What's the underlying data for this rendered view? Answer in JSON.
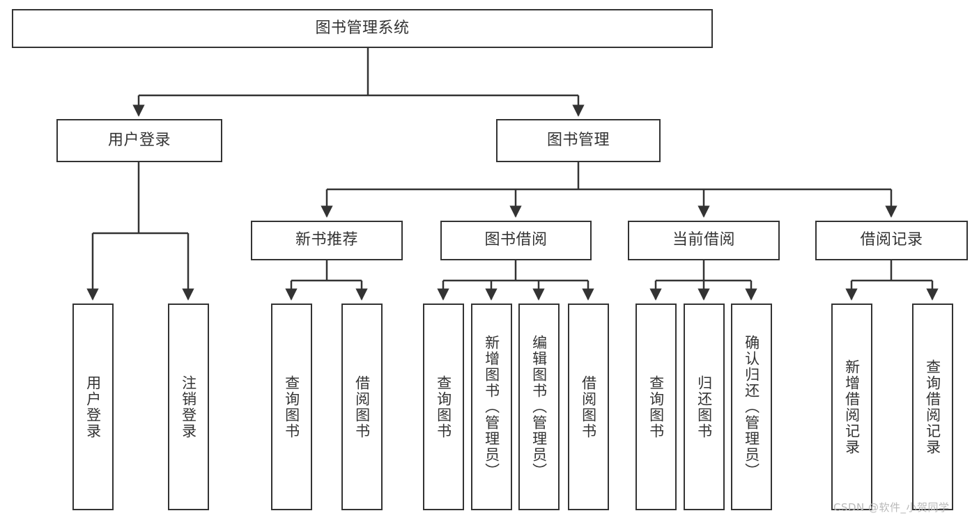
{
  "diagram": {
    "title": "图书管理系统",
    "type": "hierarchy-tree",
    "background_color": "#ffffff",
    "border_color": "#333333",
    "text_color": "#333333",
    "watermark": "CSDN @软件_小贺同学",
    "watermark_color": "#b9b9b9",
    "levels": {
      "root": {
        "label": "图书管理系统",
        "orientation": "horizontal"
      },
      "level2": [
        {
          "id": "user-login",
          "label": "用户登录",
          "orientation": "horizontal"
        },
        {
          "id": "book-manage",
          "label": "图书管理",
          "orientation": "horizontal"
        }
      ],
      "level3": [
        {
          "id": "new-book-rec",
          "label": "新书推荐",
          "orientation": "horizontal",
          "parent": "book-manage"
        },
        {
          "id": "book-borrow",
          "label": "图书借阅",
          "orientation": "horizontal",
          "parent": "book-manage"
        },
        {
          "id": "current-borrow",
          "label": "当前借阅",
          "orientation": "horizontal",
          "parent": "book-manage"
        },
        {
          "id": "borrow-record",
          "label": "借阅记录",
          "orientation": "horizontal",
          "parent": "book-manage"
        }
      ],
      "leaves": [
        {
          "id": "leaf-user-login",
          "label": "用户登录",
          "orientation": "vertical",
          "parent": "user-login"
        },
        {
          "id": "leaf-user-logout",
          "label": "注销登录",
          "orientation": "vertical",
          "parent": "user-login"
        },
        {
          "id": "leaf-query-book-1",
          "label": "查询图书",
          "orientation": "vertical",
          "parent": "new-book-rec"
        },
        {
          "id": "leaf-borrow-book-1",
          "label": "借阅图书",
          "orientation": "vertical",
          "parent": "new-book-rec"
        },
        {
          "id": "leaf-query-book-2",
          "label": "查询图书",
          "orientation": "vertical",
          "parent": "book-borrow"
        },
        {
          "id": "leaf-add-book",
          "label": "新增图书（管理员）",
          "orientation": "vertical",
          "parent": "book-borrow"
        },
        {
          "id": "leaf-edit-book",
          "label": "编辑图书（管理员）",
          "orientation": "vertical",
          "parent": "book-borrow"
        },
        {
          "id": "leaf-borrow-book-2",
          "label": "借阅图书",
          "orientation": "vertical",
          "parent": "book-borrow"
        },
        {
          "id": "leaf-query-book-3",
          "label": "查询图书",
          "orientation": "vertical",
          "parent": "current-borrow"
        },
        {
          "id": "leaf-return-book",
          "label": "归还图书",
          "orientation": "vertical",
          "parent": "current-borrow"
        },
        {
          "id": "leaf-confirm-return",
          "label": "确认归还（管理员）",
          "orientation": "vertical",
          "parent": "current-borrow"
        },
        {
          "id": "leaf-add-record",
          "label": "新增借阅记录",
          "orientation": "vertical",
          "parent": "borrow-record"
        },
        {
          "id": "leaf-query-record",
          "label": "查询借阅记录",
          "orientation": "vertical",
          "parent": "borrow-record"
        }
      ]
    }
  }
}
